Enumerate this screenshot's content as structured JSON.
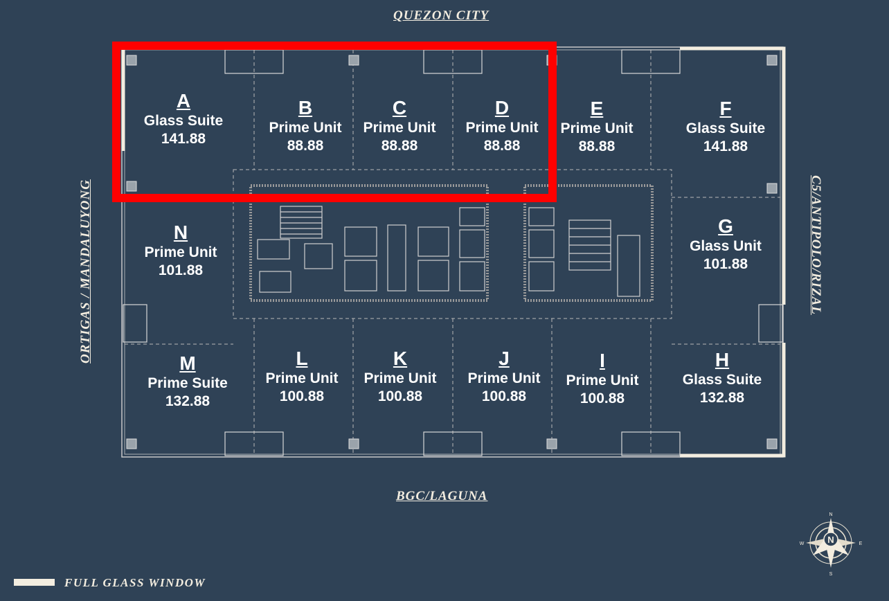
{
  "directions": {
    "north": "QUEZON CITY",
    "south": "BGC/LAGUNA",
    "west": "ORTIGAS / MANDALUYONG",
    "east": "C5/ANTIPOLO/RIZAL"
  },
  "units": [
    {
      "letter": "A",
      "type": "Glass Suite",
      "area": "141.88"
    },
    {
      "letter": "B",
      "type": "Prime Unit",
      "area": "88.88"
    },
    {
      "letter": "C",
      "type": "Prime Unit",
      "area": "88.88"
    },
    {
      "letter": "D",
      "type": "Prime Unit",
      "area": "88.88"
    },
    {
      "letter": "E",
      "type": "Prime Unit",
      "area": "88.88"
    },
    {
      "letter": "F",
      "type": "Glass Suite",
      "area": "141.88"
    },
    {
      "letter": "G",
      "type": "Glass Unit",
      "area": "101.88"
    },
    {
      "letter": "H",
      "type": "Glass Suite",
      "area": "132.88"
    },
    {
      "letter": "I",
      "type": "Prime Unit",
      "area": "100.88"
    },
    {
      "letter": "J",
      "type": "Prime Unit",
      "area": "100.88"
    },
    {
      "letter": "K",
      "type": "Prime Unit",
      "area": "100.88"
    },
    {
      "letter": "L",
      "type": "Prime Unit",
      "area": "100.88"
    },
    {
      "letter": "M",
      "type": "Prime Suite",
      "area": "132.88"
    },
    {
      "letter": "N",
      "type": "Prime Unit",
      "area": "101.88"
    }
  ],
  "legend": {
    "label": "FULL GLASS WINDOW"
  },
  "compass": {
    "north": "N",
    "south": "S",
    "east": "E",
    "west": "W"
  },
  "colors": {
    "background": "#2f4256",
    "line": "#c9c9c9",
    "window": "#f3ede0",
    "highlight": "#ff0000"
  }
}
